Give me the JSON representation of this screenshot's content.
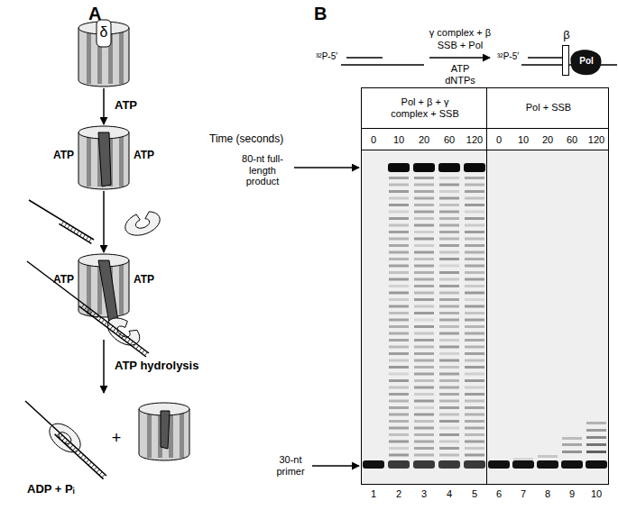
{
  "diagram": {
    "nodes": [
      {
        "text": [
          "δ"
        ]
      },
      {
        "text": [
          "ATP",
          "ATP"
        ]
      },
      {
        "text": [
          "ATP",
          "ATP"
        ]
      },
      {
        "text": [
          "ADP + Pᵢ"
        ]
      },
      {
        "text": [
          "Pol"
        ]
      },
      {
        "text": [
          "β"
        ]
      },
      {
        "text": [
          "Pol + β + γ complex + SSB"
        ]
      },
      {
        "text": [
          "Pol + SSB"
        ]
      }
    ],
    "edges": [
      {
        "from": 0,
        "to": 1,
        "label": "ATP",
        "arrow": "to"
      },
      {
        "from": 1,
        "to": 2,
        "arrow": "to"
      },
      {
        "from": 2,
        "to": 3,
        "label": "ATP hydrolysis",
        "arrow": "to"
      }
    ],
    "labels": [
      "A",
      "B",
      "+",
      "³²P-5′",
      "γ complex + β",
      "SSB + Pol",
      "ATP",
      "dNTPs",
      "³²P-5′",
      "Time (seconds)",
      "0",
      "10",
      "20",
      "60",
      "120",
      "0",
      "10",
      "20",
      "60",
      "120",
      "80-nt full-length product",
      "30-nt primer",
      "1",
      "2",
      "3",
      "4",
      "5",
      "6",
      "7",
      "8",
      "9",
      "10"
    ]
  }
}
